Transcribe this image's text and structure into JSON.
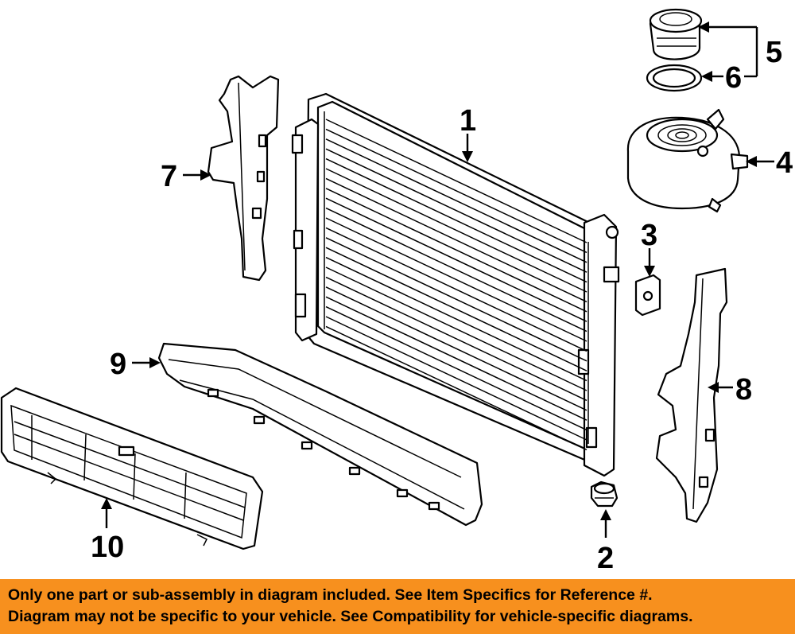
{
  "callouts": {
    "c1": "1",
    "c2": "2",
    "c3": "3",
    "c4": "4",
    "c5": "5",
    "c6": "6",
    "c7": "7",
    "c8": "8",
    "c9": "9",
    "c10": "10"
  },
  "notice": {
    "line1": "Only one part or sub-assembly in diagram included. See Item Specifics for Reference #.",
    "line2": "Diagram may not be specific to your vehicle. See Compatibility for vehicle-specific diagrams."
  },
  "colors": {
    "banner": "#f7901e",
    "line": "#000000",
    "background": "#ffffff"
  }
}
